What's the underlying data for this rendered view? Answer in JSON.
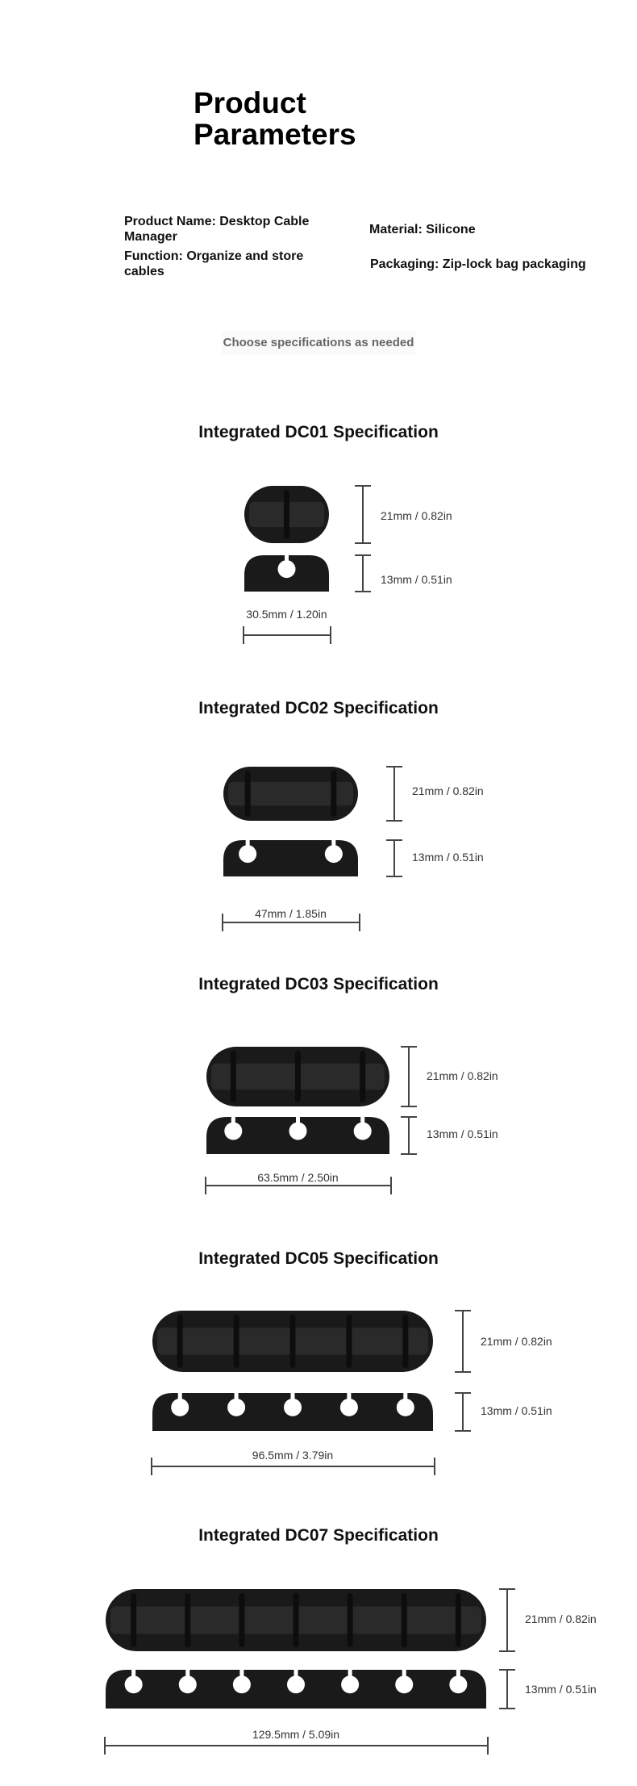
{
  "header": {
    "title_line1": "Product",
    "title_line2": "Parameters"
  },
  "specs": {
    "product_name": "Product Name: Desktop Cable Manager",
    "function": "Function: Organize and store cables",
    "material": "Material: Silicone",
    "packaging": "Packaging: Zip-lock bag packaging"
  },
  "choose_label": "Choose specifications as needed",
  "colors": {
    "product": "#1a1a1a",
    "dim_line": "#444444"
  },
  "sections": [
    {
      "title": "Integrated DC01 Specification",
      "slots": 1,
      "height_label": "21mm / 0.82in",
      "depth_label": "13mm / 0.51in",
      "width_label": "30.5mm / 1.20in"
    },
    {
      "title": "Integrated DC02 Specification",
      "slots": 2,
      "height_label": "21mm / 0.82in",
      "depth_label": "13mm / 0.51in",
      "width_label": "47mm / 1.85in"
    },
    {
      "title": "Integrated DC03 Specification",
      "slots": 3,
      "height_label": "21mm / 0.82in",
      "depth_label": "13mm / 0.51in",
      "width_label": "63.5mm / 2.50in"
    },
    {
      "title": "Integrated DC05 Specification",
      "slots": 5,
      "height_label": "21mm / 0.82in",
      "depth_label": "13mm / 0.51in",
      "width_label": "96.5mm / 3.79in"
    },
    {
      "title": "Integrated DC07 Specification",
      "slots": 7,
      "height_label": "21mm / 0.82in",
      "depth_label": "13mm / 0.51in",
      "width_label": "129.5mm / 5.09in"
    }
  ]
}
